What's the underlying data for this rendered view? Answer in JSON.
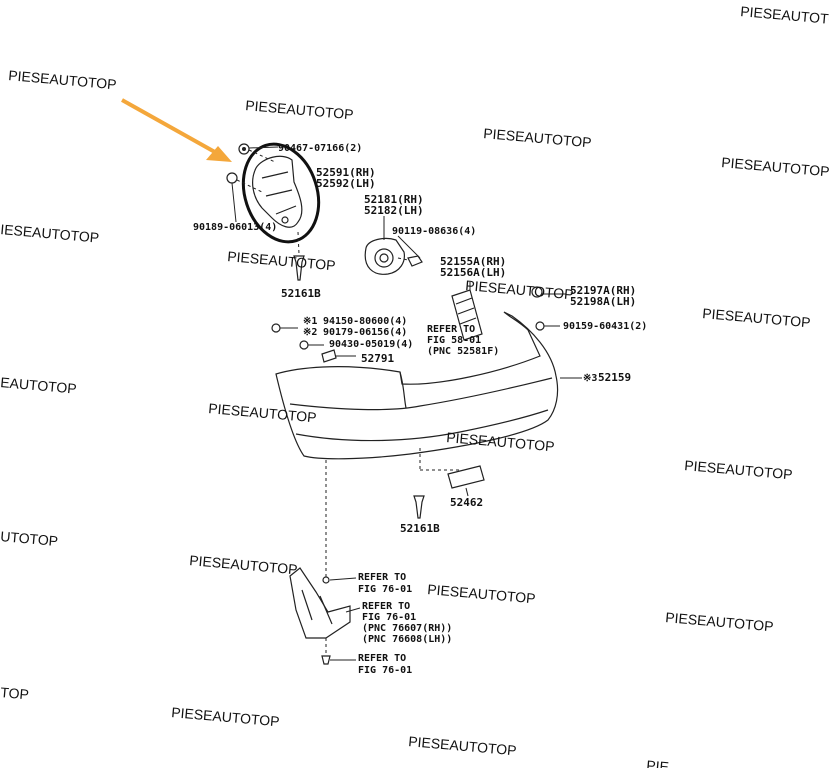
{
  "watermark": "PIESEAUTOTOP",
  "watermark_partial": {
    "top_right": "PIESEAUTOTO",
    "left_mid1": "IESEAUTOTOP",
    "left_mid2": "EAUTOTOP",
    "left_mid3": "UTOTOP",
    "left_bottom": "TOP",
    "bottom_right": "PIE"
  },
  "arrow_color": "#F4A73B",
  "labels": {
    "p1": "90467-07166(2)",
    "p2a": "52591(RH)",
    "p2b": "52592(LH)",
    "p3": "90189-06013(4)",
    "p4a": "52181(RH)",
    "p4b": "52182(LH)",
    "p5": "90119-08636(4)",
    "p6": "52161B",
    "p7a": "52155A(RH)",
    "p7b": "52156A(LH)",
    "p8a": "52197A(RH)",
    "p8b": "52198A(LH)",
    "p9": "90159-60431(2)",
    "p10": "94150-80600(4)",
    "p10m": "※1",
    "p11": "90179-06156(4)",
    "p11m": "※2",
    "p12": "90430-05019(4)",
    "ref1a": "REFER TO",
    "ref1b": "FIG 58-01",
    "ref1c": "(PNC 52581F)",
    "p13": "52791",
    "p14": "52159",
    "p14m": "※3",
    "p15": "52462",
    "p16": "52161B",
    "ref2a": "REFER TO",
    "ref2b": "FIG 76-01",
    "ref3a": "REFER TO",
    "ref3b": "FIG 76-01",
    "ref3c": "(PNC 76607(RH))",
    "ref3d": "(PNC 76608(LH))",
    "ref4a": "REFER TO",
    "ref4b": "FIG 76-01"
  }
}
